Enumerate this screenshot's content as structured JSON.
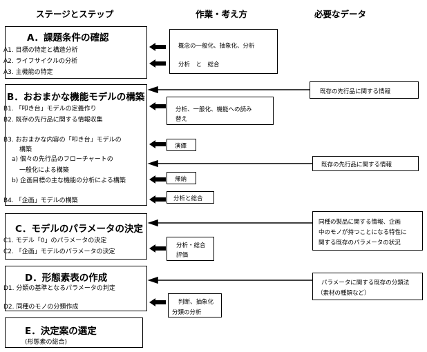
{
  "headers": {
    "stage": "ステージとステップ",
    "method": "作業・考え方",
    "data": "必要なデータ"
  },
  "stages": [
    {
      "title": "A．課題条件の確認",
      "steps": [
        "A1. 目標の特定と構造分析",
        "A2. ライフサイクルの分析",
        "A3. 主機能の特定"
      ]
    },
    {
      "title": "B．おおまかな機能モデルの構築",
      "steps": [
        "B1. 「叩き台」モデルの定義作り",
        "B2. 既存の先行品に関する情報収集",
        "B3. おおまかな内容の「叩き台」モデルの",
        "構築",
        "a) 個々の先行品のフローチャートの",
        "一般化による構築",
        "b) 企画目標の主な機能の分析による構築",
        "B4. 「企画」モデルの構築"
      ]
    },
    {
      "title": "C．モデルのパラメータの決定",
      "steps": [
        "C1. モデル「0」のパラメータの決定",
        "C2. 「企画」モデルのパラメータの決定"
      ]
    },
    {
      "title": "D．形態素表の作成",
      "steps": [
        "D1. 分類の基準となるパラメータの判定",
        "D2. 同種のモノの分類作成"
      ]
    },
    {
      "title": "E．決定案の選定",
      "steps": [
        "(形態素の総合)"
      ]
    }
  ],
  "methods": [
    {
      "lines": [
        "概念の一般化、抽象化、分析",
        "分析　と　総合"
      ]
    },
    {
      "lines": [
        "分析、一般化、機能への読み",
        "替え"
      ]
    },
    {
      "lines": [
        "演繹"
      ]
    },
    {
      "lines": [
        "帰納"
      ]
    },
    {
      "lines": [
        "分析と総合"
      ]
    },
    {
      "lines": [
        "分析・総合",
        "評価"
      ]
    },
    {
      "lines": [
        "判断、抽象化",
        "分類の分析"
      ]
    }
  ],
  "data_items": [
    {
      "lines": [
        "既存の先行品に関する情報"
      ]
    },
    {
      "lines": [
        "既存の先行品に関する情報"
      ]
    },
    {
      "lines": [
        "同種の製品に関する情報、企画",
        "中のモノが持つことになる特性に",
        "関する既存のパラメータの状況"
      ]
    },
    {
      "lines": [
        "パラメータに関する既存の分類法",
        "（素材の種類など）"
      ]
    }
  ]
}
